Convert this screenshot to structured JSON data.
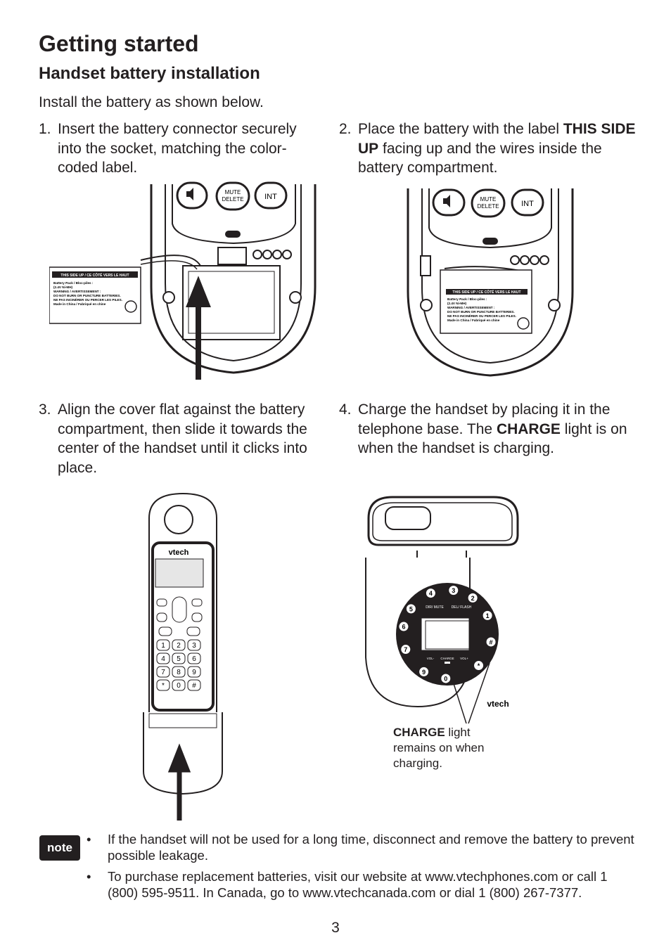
{
  "title": "Getting started",
  "subtitle": "Handset battery installation",
  "intro": "Install the battery as shown below.",
  "steps": [
    {
      "num": "1.",
      "text": "Insert the battery connector securely into the socket, matching the color-coded label."
    },
    {
      "num": "2.",
      "pre": "Place the battery with the label ",
      "bold": "THIS SIDE UP",
      "post": " facing up and the wires inside the battery compartment."
    },
    {
      "num": "3.",
      "text": "Align the cover flat against the battery compartment, then slide it towards the center of the handset until it clicks into place."
    },
    {
      "num": "4.",
      "pre": "Charge the handset by placing it in the telephone base. The ",
      "bold": "CHARGE",
      "post": " light is on when the handset is charging."
    }
  ],
  "handset_buttons": {
    "mute": "MUTE",
    "delete": "DELETE",
    "int": "INT"
  },
  "battery_label": {
    "header": "THIS SIDE UP / CE CÔTÉ VERS LE HAUT",
    "lines": [
      "Battery Pack / Bloc-piles :",
      "(2.4V Ni-MH)",
      "WARNING / AVERTISSEMENT :",
      "DO NOT BURN OR PUNCTURE BATTERIES.",
      "NE PAS INCINÉRER OU PERCER LES PILES.",
      "Made in China / Fabriqué en chine"
    ]
  },
  "brand": "vtech",
  "keypad": [
    "1",
    "2",
    "3",
    "4",
    "5",
    "6",
    "7",
    "8",
    "9",
    "*",
    "0",
    "#"
  ],
  "base_buttons": {
    "ff": "DIR/ MUTE",
    "rew": "DEL/ FLASH",
    "charge": "CHARGE",
    "vol_down": "VOL-",
    "vol_up": "VOL+"
  },
  "base_keys": [
    "4",
    "3",
    "2",
    "1",
    "#",
    "*",
    "0",
    "9",
    "7",
    "6",
    "5"
  ],
  "callout": {
    "bold": "CHARGE",
    "rest": " light remains on when charging."
  },
  "note_label": "note",
  "notes": [
    "If the handset will not be used for a long time, disconnect and remove the battery to prevent possible leakage.",
    "To purchase replacement batteries, visit our website at www.vtechphones.com or call 1 (800) 595-9511. In Canada, go to www.vtechcanada.com or dial 1 (800) 267-7377."
  ],
  "bullet": "•",
  "page_number": "3"
}
